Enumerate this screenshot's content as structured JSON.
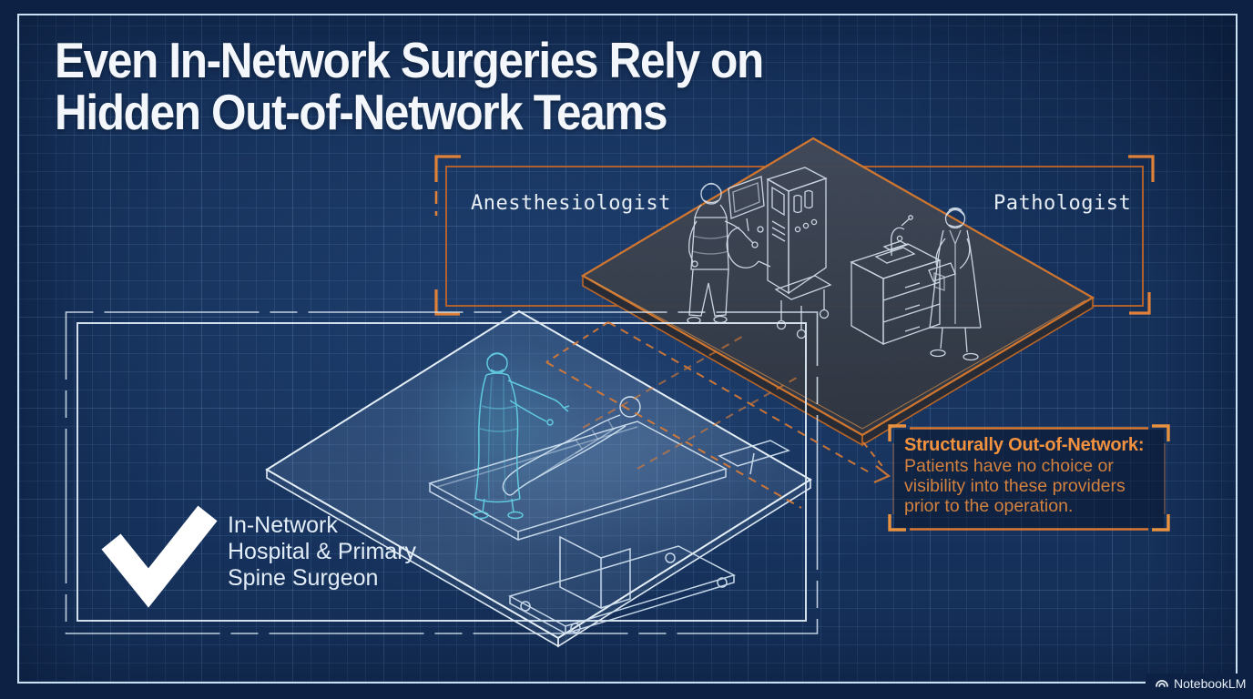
{
  "title": {
    "line1": "Even In-Network Surgeries Rely on",
    "line2": "Hidden Out-of-Network Teams"
  },
  "out_of_network_panel": {
    "label_left": "Anesthesiologist",
    "label_right": "Pathologist"
  },
  "callout": {
    "heading": "Structurally Out-of-Network:",
    "body_lines": [
      "Patients have no choice or",
      "visibility into these providers",
      "prior to the operation."
    ]
  },
  "in_network": {
    "lines": [
      "In-Network",
      "Hospital & Primary",
      "Spine Surgeon"
    ],
    "icon": "check-icon"
  },
  "watermark": {
    "label": "NotebookLM",
    "icon": "notebooklm-logo-icon"
  },
  "colors": {
    "background": "#16325c",
    "page_margin": "#0c2143",
    "border_light_blue": "#c9e2f3",
    "accent_orange": "#d9772f",
    "orange_text": "#f2923f",
    "line_white": "#dce9f4",
    "surgeon_cyan": "#63cfe3",
    "platform_gray": "#3b4250",
    "title_white": "#f3f7fb"
  }
}
